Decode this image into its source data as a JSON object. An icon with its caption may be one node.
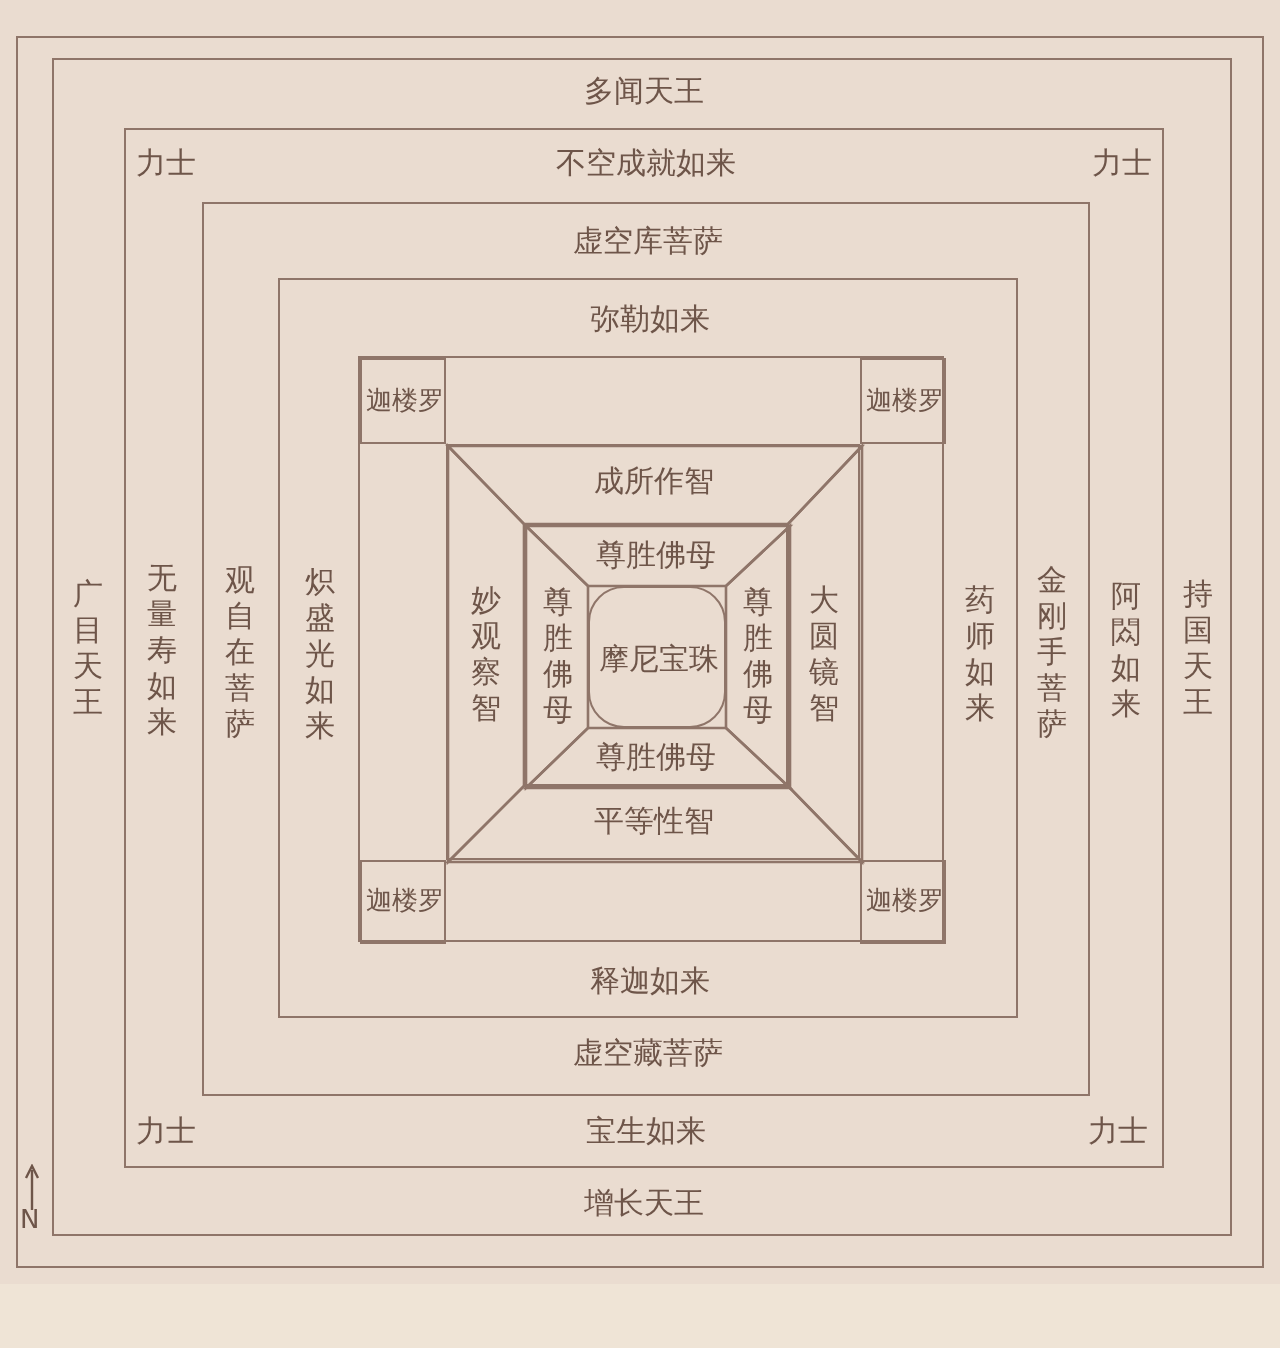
{
  "diagram": {
    "nodes": [
      {
        "text": [],
        "shape": "box"
      },
      {
        "text": [
          "多闻天王",
          "广目天王",
          "持国天王",
          "增长天王"
        ],
        "in": 0
      },
      {
        "text": [
          "力士",
          "不空成就如来",
          "力士",
          "无量寿如来",
          "阿閦如来",
          "力士",
          "宝生如来",
          "力士"
        ],
        "in": 1
      },
      {
        "text": [
          "虚空库菩萨",
          "观自在菩萨",
          "金刚手菩萨",
          "虚空藏菩萨"
        ],
        "in": 2
      },
      {
        "text": [
          "弥勒如来",
          "炽盛光如来",
          "药师如来",
          "释迦如来"
        ],
        "in": 3
      },
      {
        "text": [],
        "shape": "box",
        "in": 4
      },
      {
        "text": [
          "迦楼罗"
        ],
        "in": 5
      },
      {
        "text": [
          "迦楼罗"
        ],
        "in": 5
      },
      {
        "text": [
          "迦楼罗"
        ],
        "in": 5
      },
      {
        "text": [
          "迦楼罗"
        ],
        "in": 5
      },
      {
        "text": [],
        "shape": "box",
        "in": 5
      },
      {
        "text": [
          "成所作智"
        ],
        "in": 10
      },
      {
        "text": [
          "妙观察智"
        ],
        "in": 10
      },
      {
        "text": [
          "大圆镜智"
        ],
        "in": 10
      },
      {
        "text": [
          "平等性智"
        ],
        "in": 10
      },
      {
        "text": [],
        "shape": "box",
        "in": 10
      },
      {
        "text": [
          "尊胜佛母"
        ],
        "in": 15
      },
      {
        "text": [
          "尊胜佛母"
        ],
        "in": 15
      },
      {
        "text": [
          "尊胜佛母"
        ],
        "in": 15
      },
      {
        "text": [
          "尊胜佛母"
        ],
        "in": 15
      },
      {
        "text": [
          "摩尼宝珠"
        ],
        "in": 15
      }
    ],
    "labels": [
      "N"
    ]
  }
}
